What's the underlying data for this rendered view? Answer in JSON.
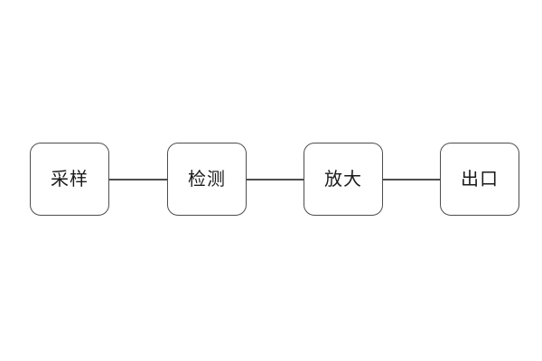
{
  "diagram": {
    "type": "flowchart-horizontal",
    "border_color": "#4d4d4d",
    "text_color": "#1a1a1a",
    "background_color": "#ffffff",
    "nodes": [
      {
        "label": "采样"
      },
      {
        "label": "检测"
      },
      {
        "label": "放大"
      },
      {
        "label": "出口"
      }
    ],
    "connector_count": 3
  }
}
